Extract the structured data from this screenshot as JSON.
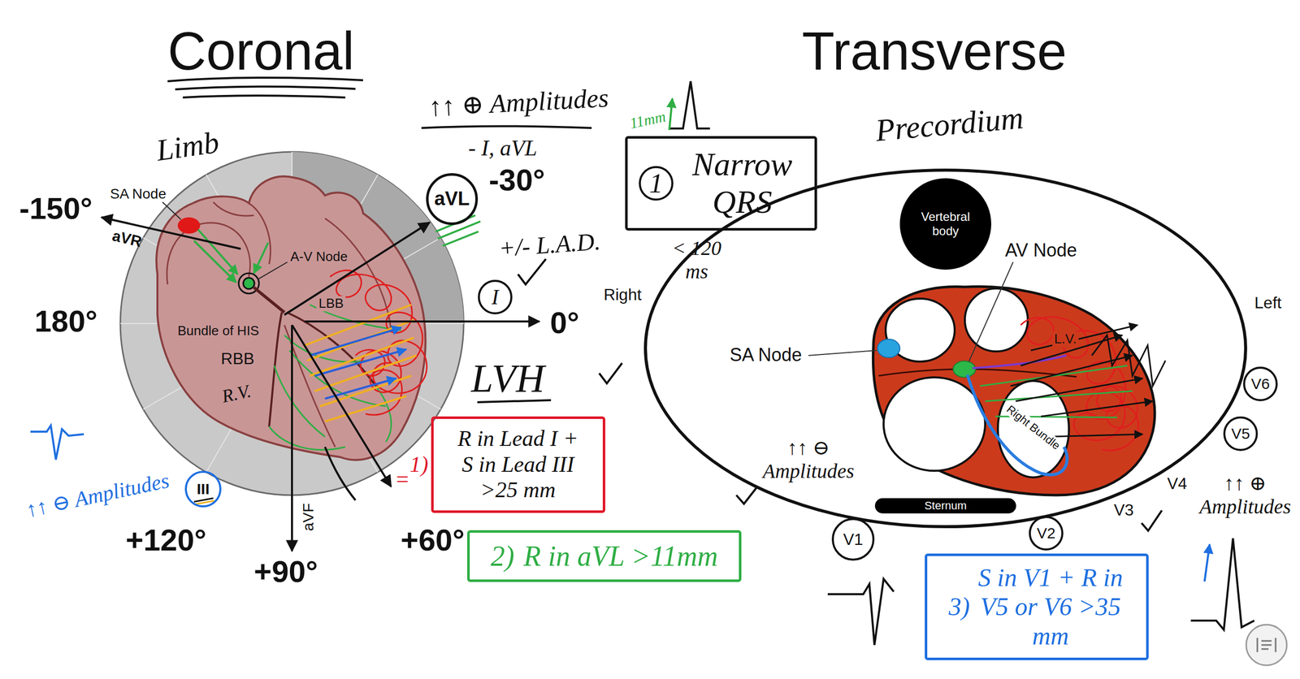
{
  "diagram": {
    "nodes": [
      {
        "text": [
          "aVL"
        ]
      },
      {
        "text": [
          "I"
        ]
      },
      {
        "text": [
          "III"
        ]
      },
      {
        "text": [
          "1",
          "Narrow QRS"
        ]
      },
      {
        "text": [
          "1)",
          "R in Lead I + S in Lead III >25 mm"
        ]
      },
      {
        "text": [
          "2)",
          "R in aVL >11mm"
        ]
      },
      {
        "text": [
          "Vertebral body"
        ]
      },
      {
        "text": [
          "Sternum"
        ]
      },
      {
        "text": [
          "V6"
        ]
      },
      {
        "text": [
          "V5"
        ]
      },
      {
        "text": [
          "V1"
        ]
      },
      {
        "text": [
          "V2"
        ]
      },
      {
        "text": [
          "3)",
          "S in V1 + R in V5 or V6 >35 mm"
        ]
      }
    ],
    "labels": [
      "Coronal",
      "Limb",
      "SA Node",
      "aVR",
      "-150°",
      "A-V Node",
      "180°",
      "Bundle of HIS",
      "LBB",
      "RBB",
      "R.V.",
      "+120°",
      "+90°",
      "aVF",
      "+60°",
      "-30°",
      "0°",
      "↑↑ ⊕ Amplitudes",
      "- I, aVL",
      "11mm",
      "+/- L.A.D.",
      "< 120 ms",
      "LVH",
      "=",
      "↑↑ ⊖ Amplitudes",
      "Transverse",
      "Precordium",
      "Right",
      "AV Node",
      "SA Node",
      "L.V.",
      "Right Bundle",
      "Left",
      "↑↑ ⊖ Amplitudes",
      "V3",
      "V4",
      "↑↑ ⊕ Amplitudes"
    ]
  }
}
